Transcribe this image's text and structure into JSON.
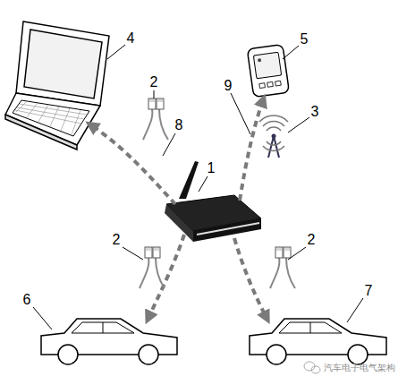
{
  "diagram": {
    "labels": [
      "4",
      "5",
      "2",
      "9",
      "3",
      "8",
      "1",
      "2",
      "2",
      "6",
      "7",
      "汽车电子电气架构"
    ]
  }
}
